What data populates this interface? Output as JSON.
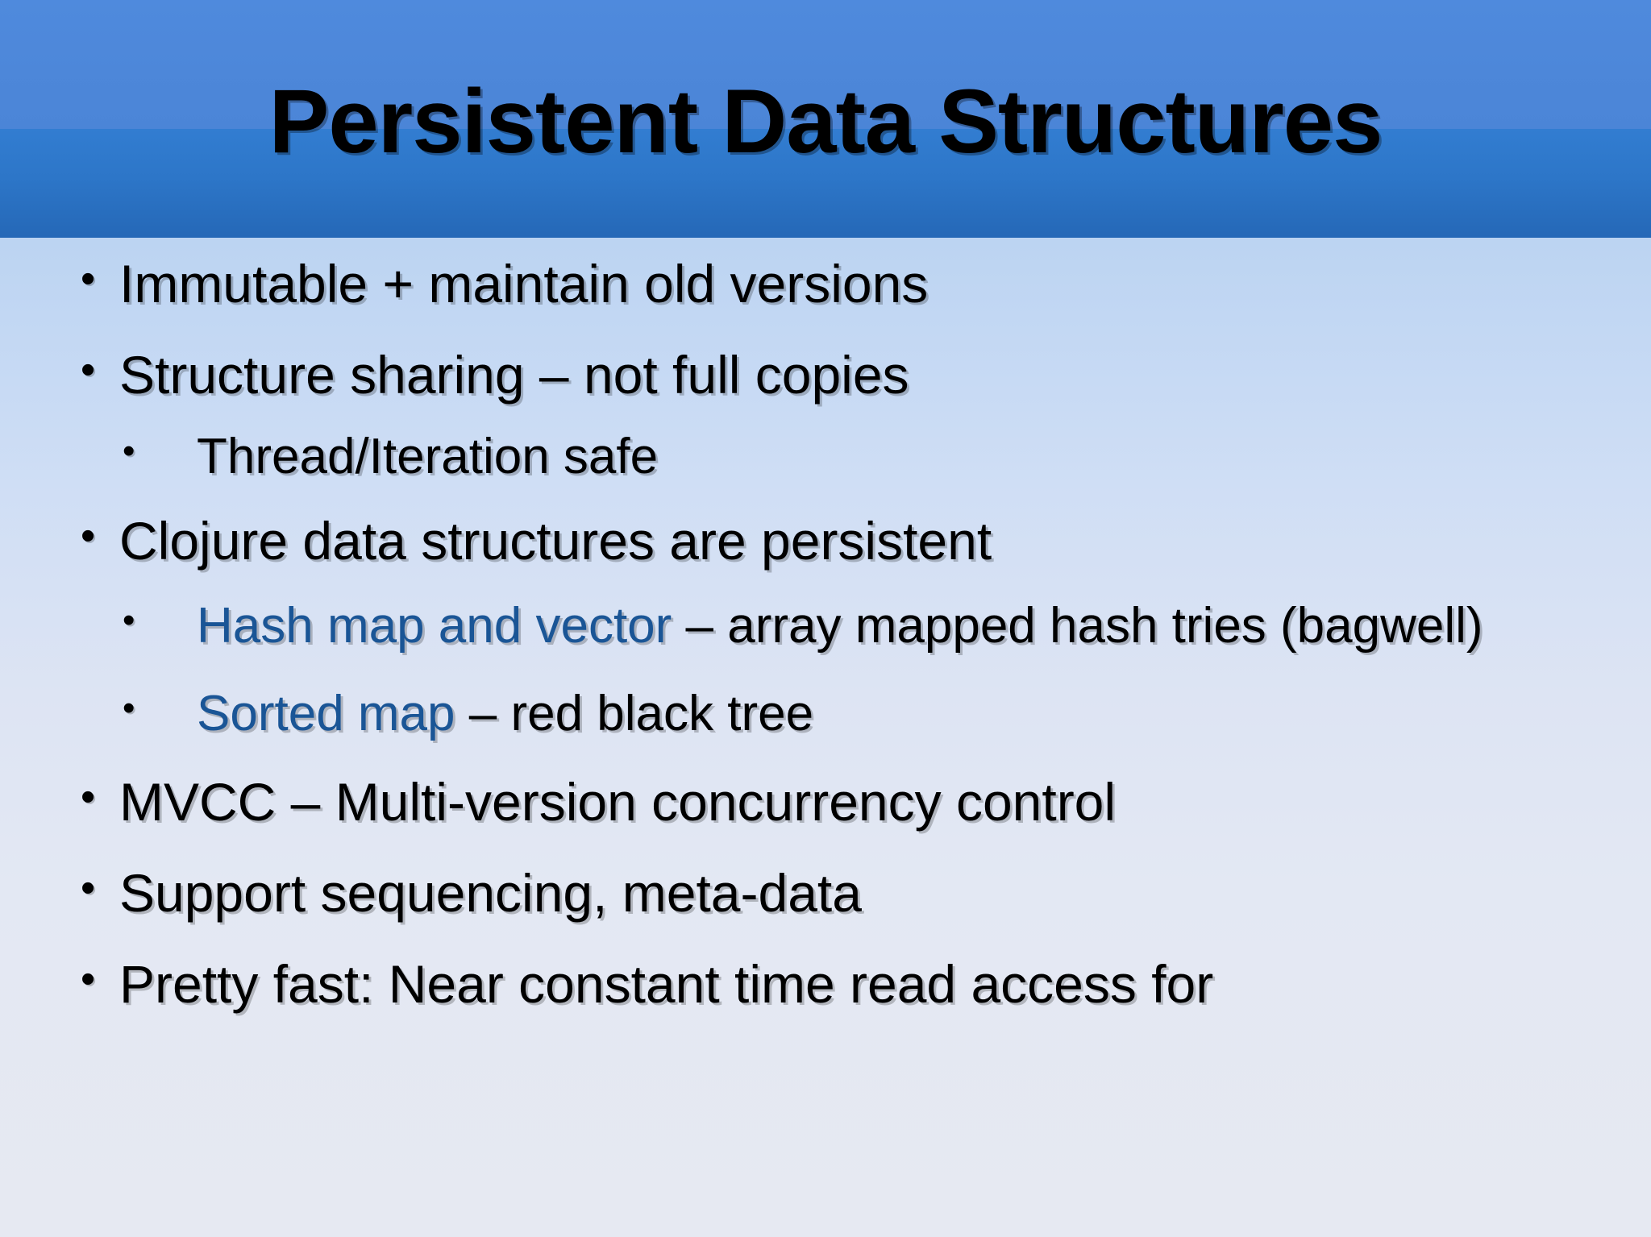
{
  "slide": {
    "title": "Persistent Data Structures",
    "colors": {
      "title_band_top": "#4d87d9",
      "title_band_bottom": "#2d76c8",
      "background_top": "#a9c8ef",
      "background_bottom": "#e6e9f2",
      "accent_text": "#1a5596",
      "body_text": "#000000"
    },
    "bullet_glyph": "•",
    "bullets": [
      {
        "level": 1,
        "bullet": "•",
        "parts": [
          {
            "text": "Immutable + maintain old versions",
            "accent": false
          }
        ]
      },
      {
        "level": 1,
        "bullet": "•",
        "parts": [
          {
            "text": "Structure sharing – not full copies",
            "accent": false
          }
        ]
      },
      {
        "level": 2,
        "bullet": "•",
        "parts": [
          {
            "text": "Thread/Iteration safe",
            "accent": false
          }
        ]
      },
      {
        "level": 1,
        "bullet": "•",
        "parts": [
          {
            "text": " Clojure data structures are persistent",
            "accent": false
          }
        ]
      },
      {
        "level": 2,
        "bullet": "•",
        "parts": [
          {
            "text": "Hash map and vector",
            "accent": true
          },
          {
            "text": " – array mapped hash tries (bagwell)",
            "accent": false
          }
        ]
      },
      {
        "level": 2,
        "bullet": "•",
        "parts": [
          {
            "text": "Sorted map",
            "accent": true
          },
          {
            "text": " – red black tree",
            "accent": false
          }
        ]
      },
      {
        "level": 1,
        "bullet": "•",
        "parts": [
          {
            "text": "MVCC – Multi-version concurrency control",
            "accent": false
          }
        ]
      },
      {
        "level": 1,
        "bullet": "•",
        "parts": [
          {
            "text": "Support sequencing, meta-data",
            "accent": false
          }
        ]
      },
      {
        "level": 1,
        "bullet": "•",
        "parts": [
          {
            "text": "Pretty fast: Near constant time read access for",
            "accent": false
          }
        ]
      }
    ]
  }
}
